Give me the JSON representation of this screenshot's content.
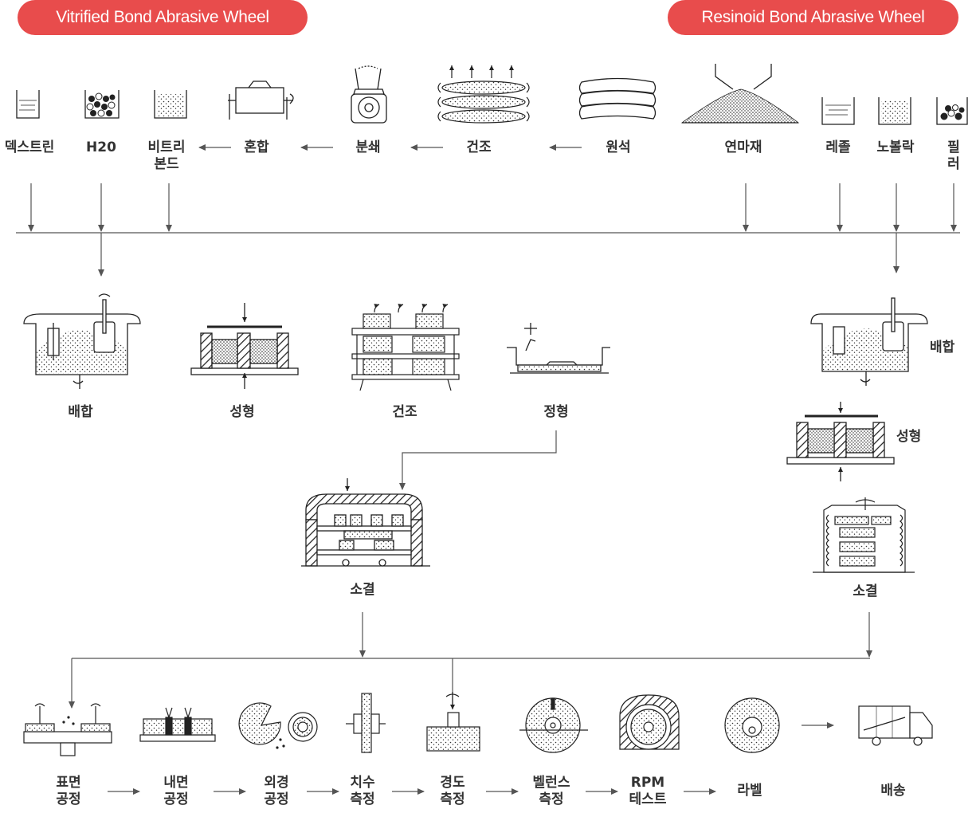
{
  "headers": {
    "vitrified": "Vitrified Bond Abrasive Wheel",
    "resinoid": "Resinoid Bond Abrasive Wheel"
  },
  "materials": {
    "dextrin": "덱스트린",
    "h2o": "H20",
    "vitrified_bond": "비트리\n본드",
    "mixing": "혼합",
    "crushing": "분쇄",
    "drying": "건조",
    "raw_stone": "원석",
    "abrasive": "연마재",
    "resin": "레졸",
    "novolac": "노볼락",
    "filler": "필러"
  },
  "vitrified_process": {
    "blending": "배합",
    "forming": "성형",
    "drying": "건조",
    "shaping": "정형",
    "sintering": "소결"
  },
  "resinoid_process": {
    "blending": "배합",
    "forming": "성형",
    "sintering": "소결"
  },
  "finishing": {
    "surface": "표면\n공정",
    "inner": "내면\n공정",
    "outer": "외경\n공정",
    "dimension": "치수\n측정",
    "hardness": "경도\n측정",
    "balance": "벨런스\n측정",
    "rpm": "RPM\n테스트",
    "label": "라벨",
    "shipping": "배송"
  },
  "colors": {
    "accent": "#e84c4c",
    "line": "#555555",
    "stroke": "#222222"
  }
}
